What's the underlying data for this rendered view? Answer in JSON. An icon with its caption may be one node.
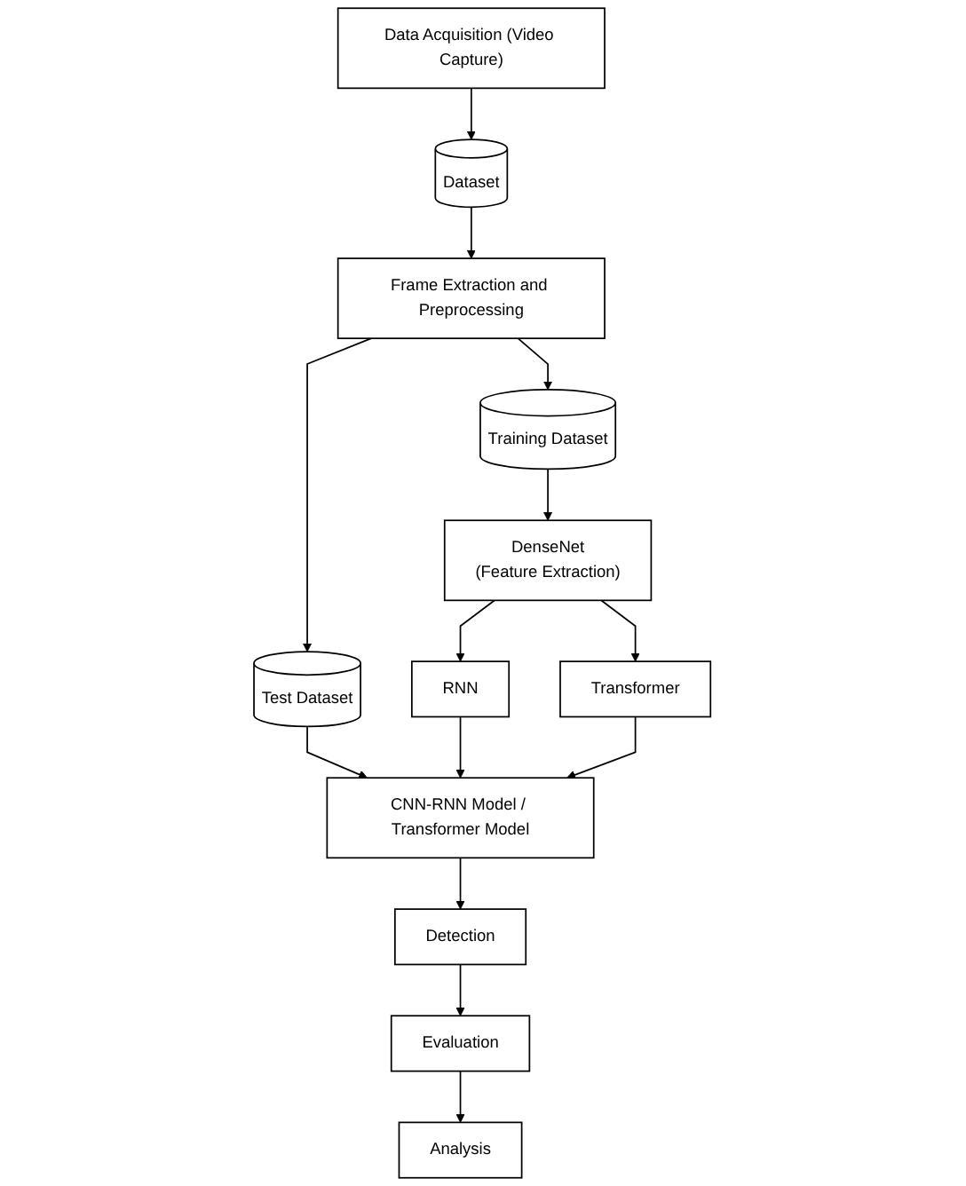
{
  "diagram": {
    "nodes": [
      {
        "text": [
          "Data Acquisition (Video Capture)"
        ]
      },
      {
        "text": [
          "Dataset"
        ]
      },
      {
        "text": [
          "Frame Extraction and Preprocessing"
        ]
      },
      {
        "text": [
          "Test Dataset"
        ]
      },
      {
        "text": [
          "Training Dataset"
        ]
      },
      {
        "text": [
          "CNN-RNN Model / Transformer Model"
        ]
      },
      {
        "text": [
          "DenseNet",
          "(Feature Extraction)"
        ]
      },
      {
        "text": [
          "RNN"
        ]
      },
      {
        "text": [
          "Transformer"
        ]
      },
      {
        "text": [
          "Detection"
        ]
      },
      {
        "text": [
          "Evaluation"
        ]
      },
      {
        "text": [
          "Analysis"
        ]
      }
    ],
    "edges": [
      {
        "from": 0,
        "to": 1,
        "arrow": "to"
      },
      {
        "from": 1,
        "to": 2,
        "arrow": "to"
      },
      {
        "from": 2,
        "to": 3,
        "arrow": "to"
      },
      {
        "from": 2,
        "to": 4,
        "arrow": "to"
      },
      {
        "from": 3,
        "to": 5,
        "arrow": "to"
      },
      {
        "from": 4,
        "to": 6,
        "arrow": "to"
      },
      {
        "from": 6,
        "to": 7,
        "arrow": "to"
      },
      {
        "from": 6,
        "to": 8,
        "arrow": "to"
      },
      {
        "from": 7,
        "to": 5,
        "arrow": "to"
      },
      {
        "from": 8,
        "to": 5,
        "arrow": "to"
      },
      {
        "from": 5,
        "to": 9,
        "arrow": "to"
      },
      {
        "from": 9,
        "to": 10,
        "arrow": "to"
      },
      {
        "from": 10,
        "to": 11,
        "arrow": "to"
      }
    ]
  }
}
